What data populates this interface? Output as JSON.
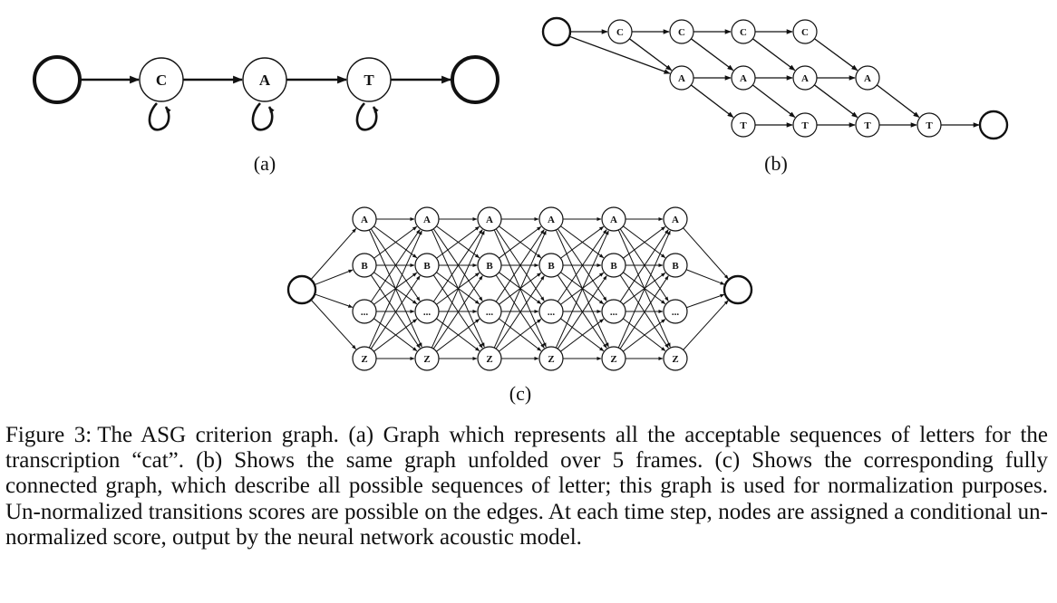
{
  "figure": {
    "panel_a": {
      "label": "(a)",
      "nodes": [
        "C",
        "A",
        "T"
      ]
    },
    "panel_b": {
      "label": "(b)",
      "rows": [
        "C",
        "A",
        "T"
      ]
    },
    "panel_c": {
      "label": "(c)",
      "rows": [
        "A",
        "B",
        "...",
        "Z"
      ]
    }
  },
  "caption": {
    "label": "Figure 3:",
    "text": "The ASG criterion graph. (a) Graph which represents all the acceptable sequences of letters for the transcription “cat”. (b) Shows the same graph unfolded over 5 frames. (c) Shows the corresponding fully connected graph, which describe all possible sequences of letter; this graph is used for normalization purposes. Un-normalized transitions scores are possible on the edges. At each time step, nodes are assigned a conditional un-normalized score, output by the neural network acoustic model."
  }
}
